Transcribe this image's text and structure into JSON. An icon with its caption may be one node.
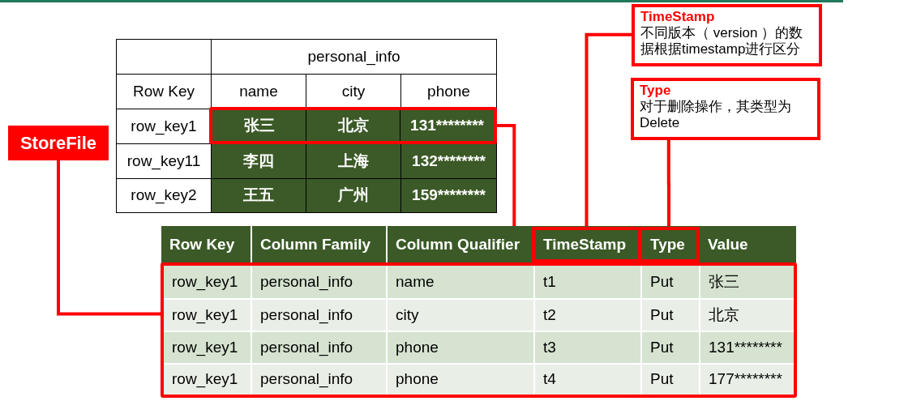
{
  "diagram": {
    "nodes": [
      {
        "text": [
          "TimeStamp",
          "不同版本（ version ）的数据根据timestamp进行区分"
        ]
      },
      {
        "text": [
          "personal_info",
          "Row Key",
          "name",
          "city",
          "phone",
          "row_key1",
          "row_key11",
          "李四",
          "上海",
          "132********",
          "row_key2",
          "王五",
          "广州",
          "159********"
        ]
      },
      {
        "text": [
          "张三",
          "北京",
          "131********"
        ],
        "in": 1
      },
      {
        "text": [
          "Type",
          "对于删除操作，其类型为Delete"
        ]
      },
      {
        "text": [
          "StoreFile"
        ]
      },
      {
        "text": [
          "Row Key",
          "Column Family",
          "Column Qualifier",
          "Value"
        ]
      },
      {
        "text": [
          "TimeStamp"
        ],
        "in": 5
      },
      {
        "text": [
          "Type"
        ],
        "in": 5
      },
      {
        "text": [
          "row_key1",
          "personal_info",
          "name",
          "t1",
          "Put",
          "张三",
          "row_key1",
          "personal_info",
          "city",
          "t2",
          "Put",
          "北京",
          "row_key1",
          "personal_info",
          "phone",
          "t3",
          "Put",
          "131********",
          "row_key1",
          "personal_info",
          "phone",
          "t4",
          "Put",
          "177********"
        ]
      }
    ],
    "edges": [
      {
        "from": 4,
        "to": 8,
        "arrow": "none"
      },
      {
        "from": 2,
        "to": 5,
        "arrow": "none"
      },
      {
        "from": 0,
        "to": 6,
        "arrow": "none"
      },
      {
        "from": 3,
        "to": 7,
        "arrow": "none"
      }
    ]
  }
}
